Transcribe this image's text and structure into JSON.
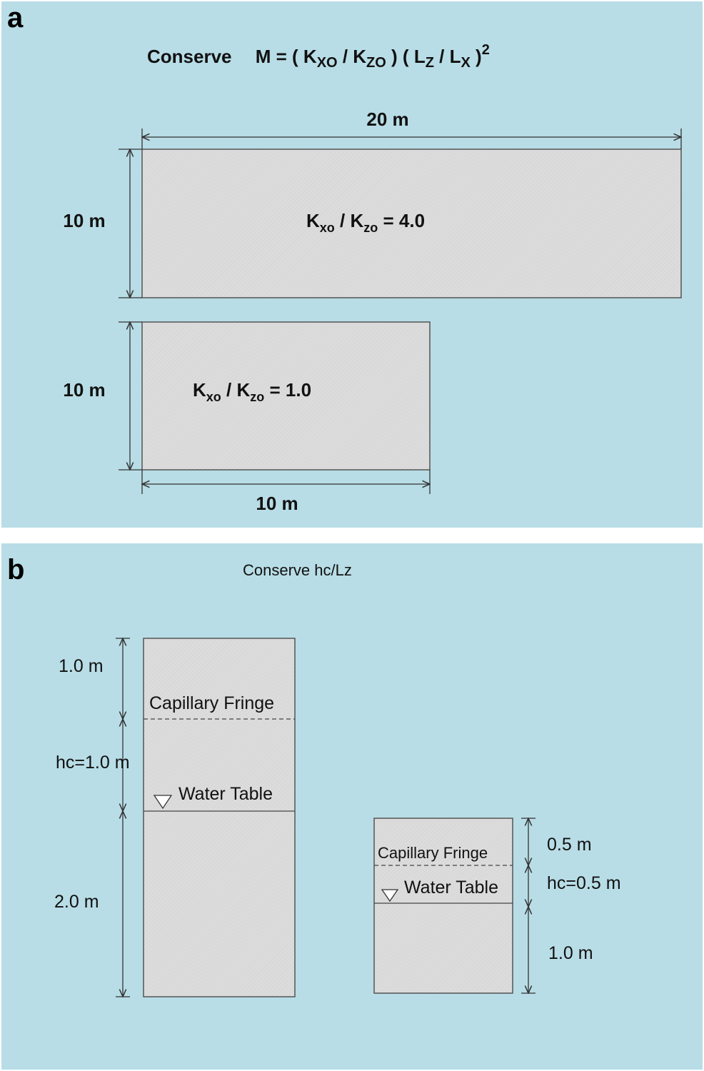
{
  "panel_a": {
    "label": "a",
    "formula": {
      "prefix": "Conserve",
      "M": "M = ( K",
      "xo": "XO",
      "slash": " / K",
      "zo": "ZO",
      "mid": " ) ( L",
      "z": "Z",
      "slash2": " / L",
      "x": "X",
      "end": " )",
      "exp": "2"
    },
    "large_box": {
      "width_label": "20 m",
      "height_label": "10 m",
      "ratio": {
        "K1": "K",
        "s1": "xo",
        "mid": " / K",
        "s2": "zo",
        "val": " = 4.0"
      }
    },
    "small_box": {
      "width_label": "10 m",
      "height_label": "10 m",
      "ratio": {
        "K1": "K",
        "s1": "xo",
        "mid": " / K",
        "s2": "zo",
        "val": " = 1.0"
      }
    }
  },
  "panel_b": {
    "label": "b",
    "title": "Conserve hc/Lz",
    "left_column": {
      "top_label": "1.0 m",
      "hc_label": "hc=1.0 m",
      "bottom_label": "2.0 m",
      "fringe_label": "Capillary Fringe",
      "water_table_label": "Water Table"
    },
    "right_column": {
      "top_label": "0.5 m",
      "hc_label": "hc=0.5 m",
      "bottom_label": "1.0 m",
      "fringe_label": "Capillary Fringe",
      "water_table_label": "Water Table"
    }
  }
}
